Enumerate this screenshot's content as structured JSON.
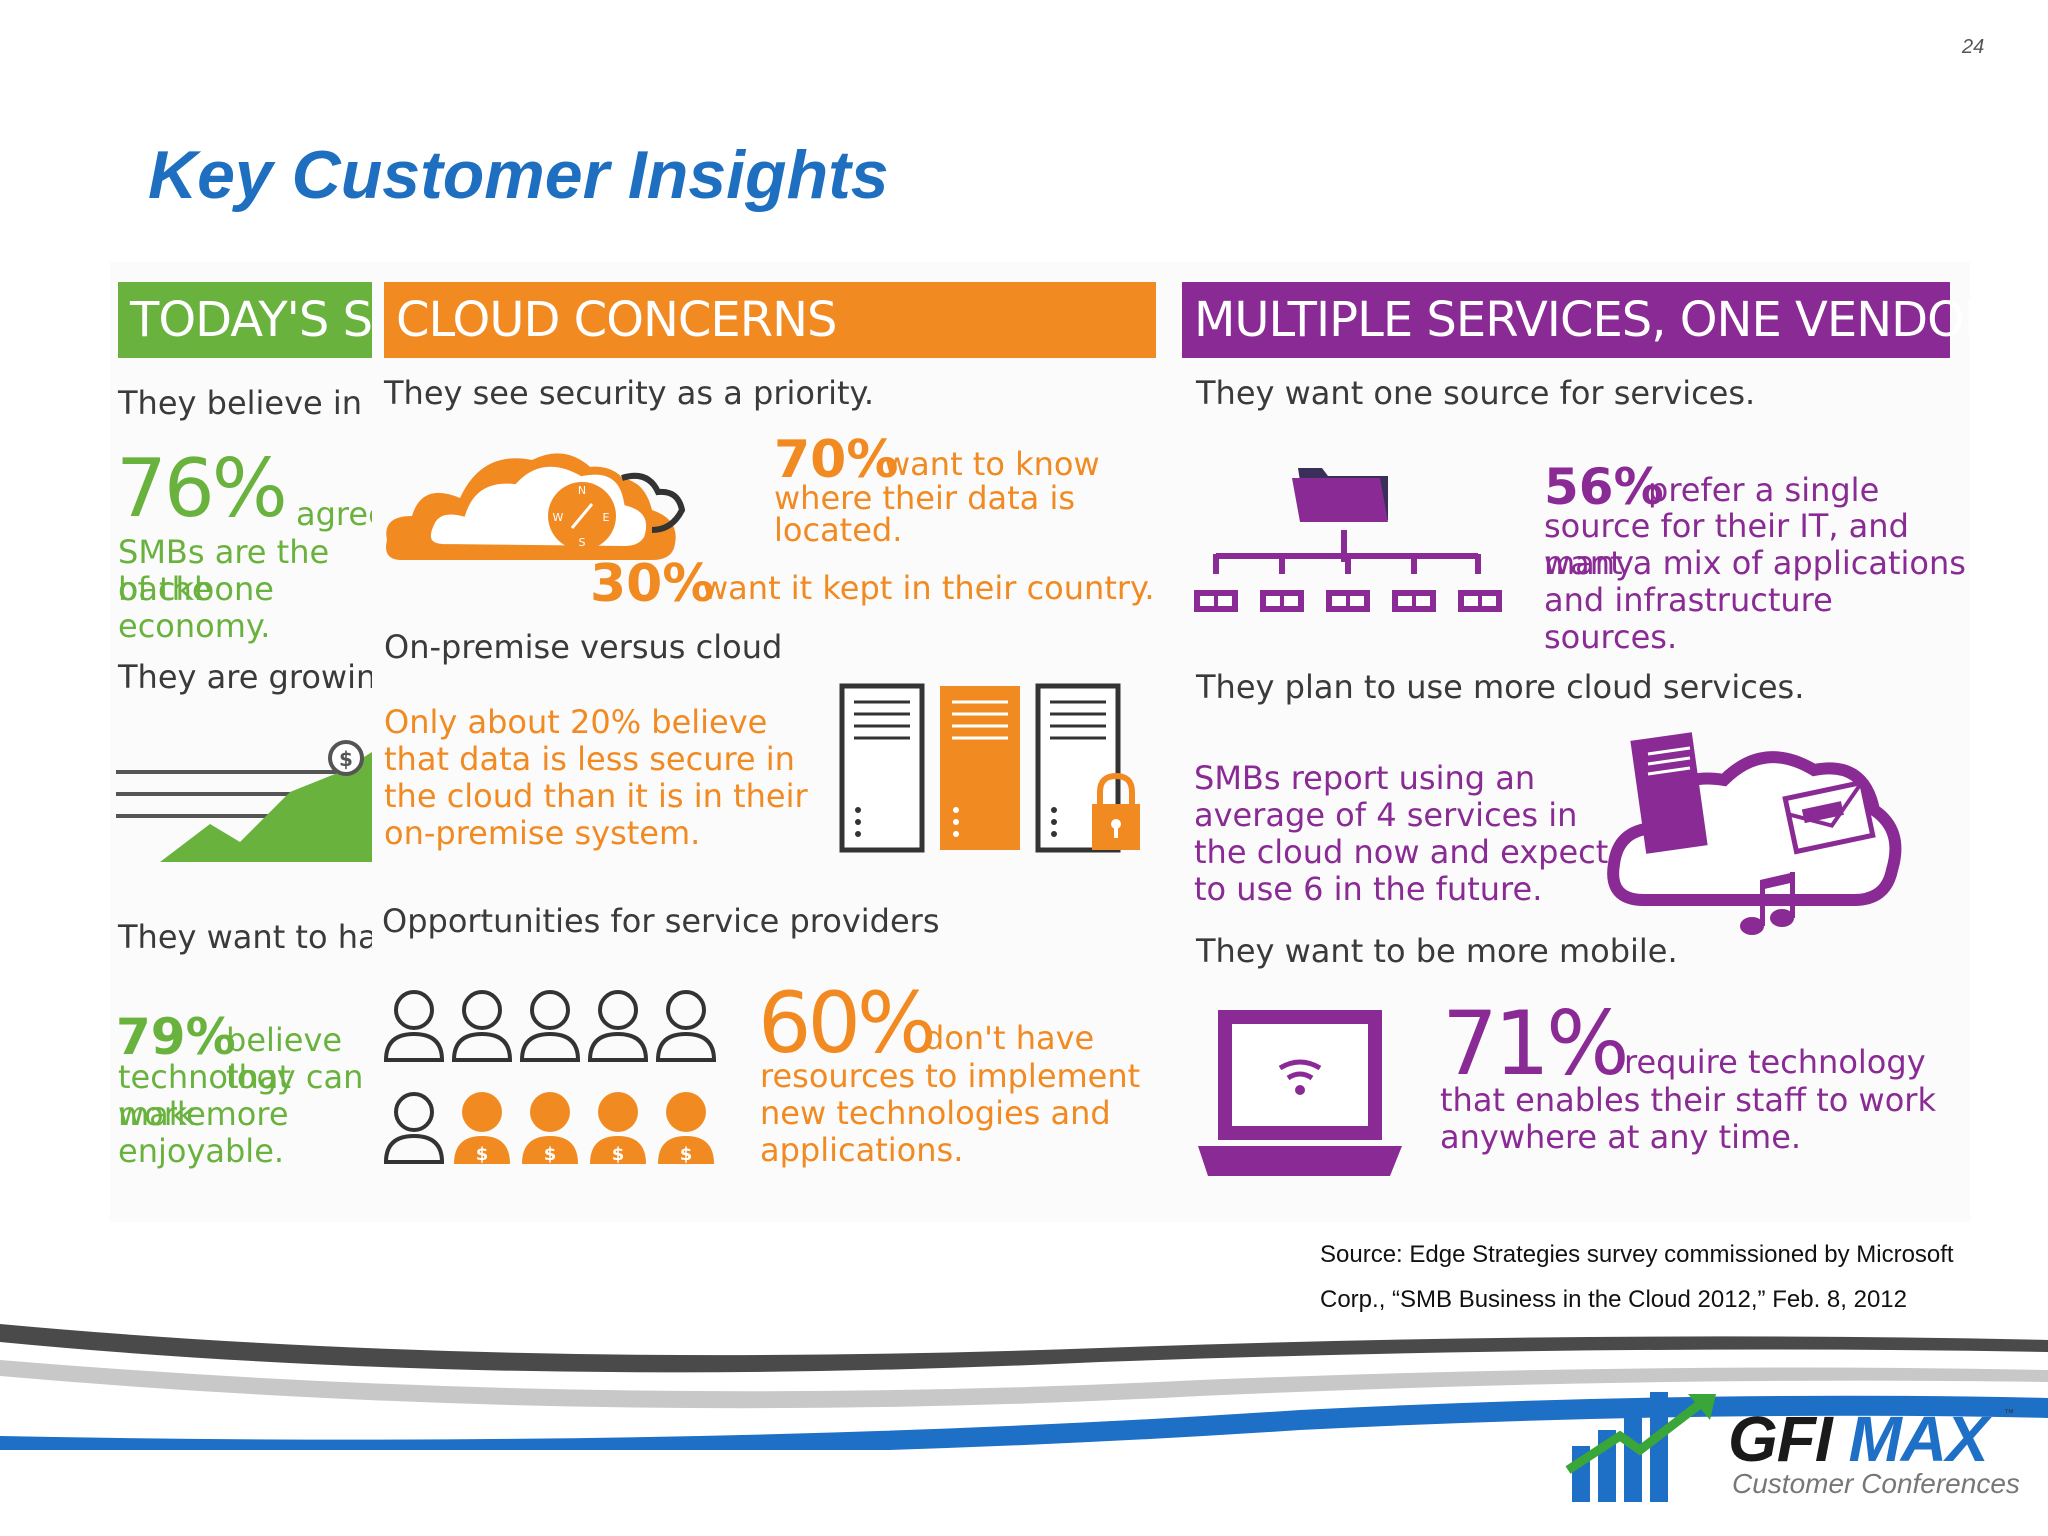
{
  "page_number": "24",
  "title": "Key Customer Insights",
  "colors": {
    "title": "#1f6fc0",
    "green": "#6ab23e",
    "orange": "#f28a22",
    "purple": "#8a2a94"
  },
  "green_section": {
    "banner": "TODAY'S SMBs",
    "line1": "They believe in their importance.",
    "stat_76": "76%",
    "stat_76_suffix": "agree",
    "stat_76_line2": "SMBs are the backbone",
    "stat_76_line3": "of the economy.",
    "line2": "They are growing.",
    "line3": "They want to have fun.",
    "stat_79": "79%",
    "stat_79_suffix": "believe that",
    "stat_79_line2": "technology can make",
    "stat_79_line3": "work more enjoyable."
  },
  "orange_section": {
    "banner": "CLOUD CONCERNS",
    "security_heading": "They see security as a priority.",
    "stat_70": "70%",
    "stat_70_text1": "want to know",
    "stat_70_text2": "where their data is",
    "stat_70_text3": "located.",
    "stat_30": "30%",
    "stat_30_text": "want it kept in their country.",
    "compass_n": "N",
    "compass_w": "W",
    "compass_e": "E",
    "compass_s": "S",
    "onprem_heading": "On-premise versus cloud",
    "onprem_line1": "Only about 20% believe",
    "onprem_line2": "that data is less secure in",
    "onprem_line3": "the cloud than it is in their",
    "onprem_line4": "on-premise system.",
    "opps_heading": "Opportunities for service providers",
    "stat_60": "60%",
    "stat_60_text1": "don't have",
    "stat_60_text2": "resources to implement",
    "stat_60_text3": "new technologies and",
    "stat_60_text4": "applications."
  },
  "purple_section": {
    "banner": "MULTIPLE SERVICES, ONE VENDOR",
    "one_source_heading": "They want one source for services.",
    "stat_56": "56%",
    "stat_56_text1": "prefer a single",
    "stat_56_text2": "source for their IT, and many",
    "stat_56_text3": "want a mix of applications",
    "stat_56_text4": "and infrastructure sources.",
    "cloud_heading": "They plan to use more cloud services.",
    "cloud_line1": "SMBs report using an",
    "cloud_line2": "average of 4 services in",
    "cloud_line3": "the cloud now and expect",
    "cloud_line4": "to use 6 in the future.",
    "mobile_heading": "They want to be more mobile.",
    "stat_71": "71%",
    "stat_71_text1": "require technology",
    "stat_71_text2": "that enables their staff to work",
    "stat_71_text3": "anywhere at any time."
  },
  "source": {
    "line1": "Source: Edge Strategies survey commissioned by Microsoft",
    "line2": "Corp., “SMB Business in the Cloud 2012,” Feb. 8, 2012"
  },
  "logo": {
    "gfi": "GFI",
    "max": "MAX",
    "tm": "™",
    "subtitle": "Customer Conferences"
  }
}
